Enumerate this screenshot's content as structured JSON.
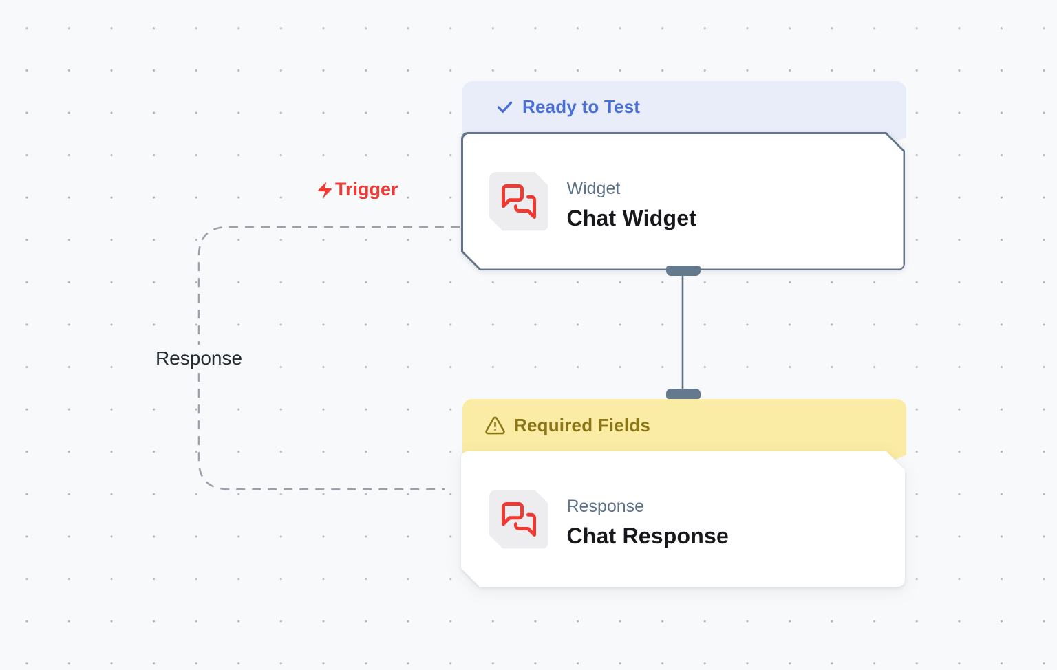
{
  "canvas": {
    "background": "#f8f9fb",
    "dot_color": "#b4b9c1"
  },
  "edges": {
    "trigger_label": "Trigger",
    "response_label": "Response",
    "trigger_color": "#ee3a32",
    "dash_color": "#9aa1aa",
    "connector_color": "#5d7288",
    "handle_color": "#64798e"
  },
  "nodes": [
    {
      "badge": {
        "label": "Ready to Test",
        "icon": "check-icon",
        "background": "#e9edf9",
        "text_color": "#4a6fd4"
      },
      "category": "Widget",
      "title": "Chat Widget",
      "icon": "chat-bubbles-icon",
      "icon_color": "#ee3a32",
      "border_color": "#64748b"
    },
    {
      "badge": {
        "label": "Required Fields",
        "icon": "warning-icon",
        "background": "#faeca4",
        "text_color": "#8a7517"
      },
      "category": "Response",
      "title": "Chat Response",
      "icon": "chat-bubbles-icon",
      "icon_color": "#ee3a32",
      "border_color": "none"
    }
  ]
}
